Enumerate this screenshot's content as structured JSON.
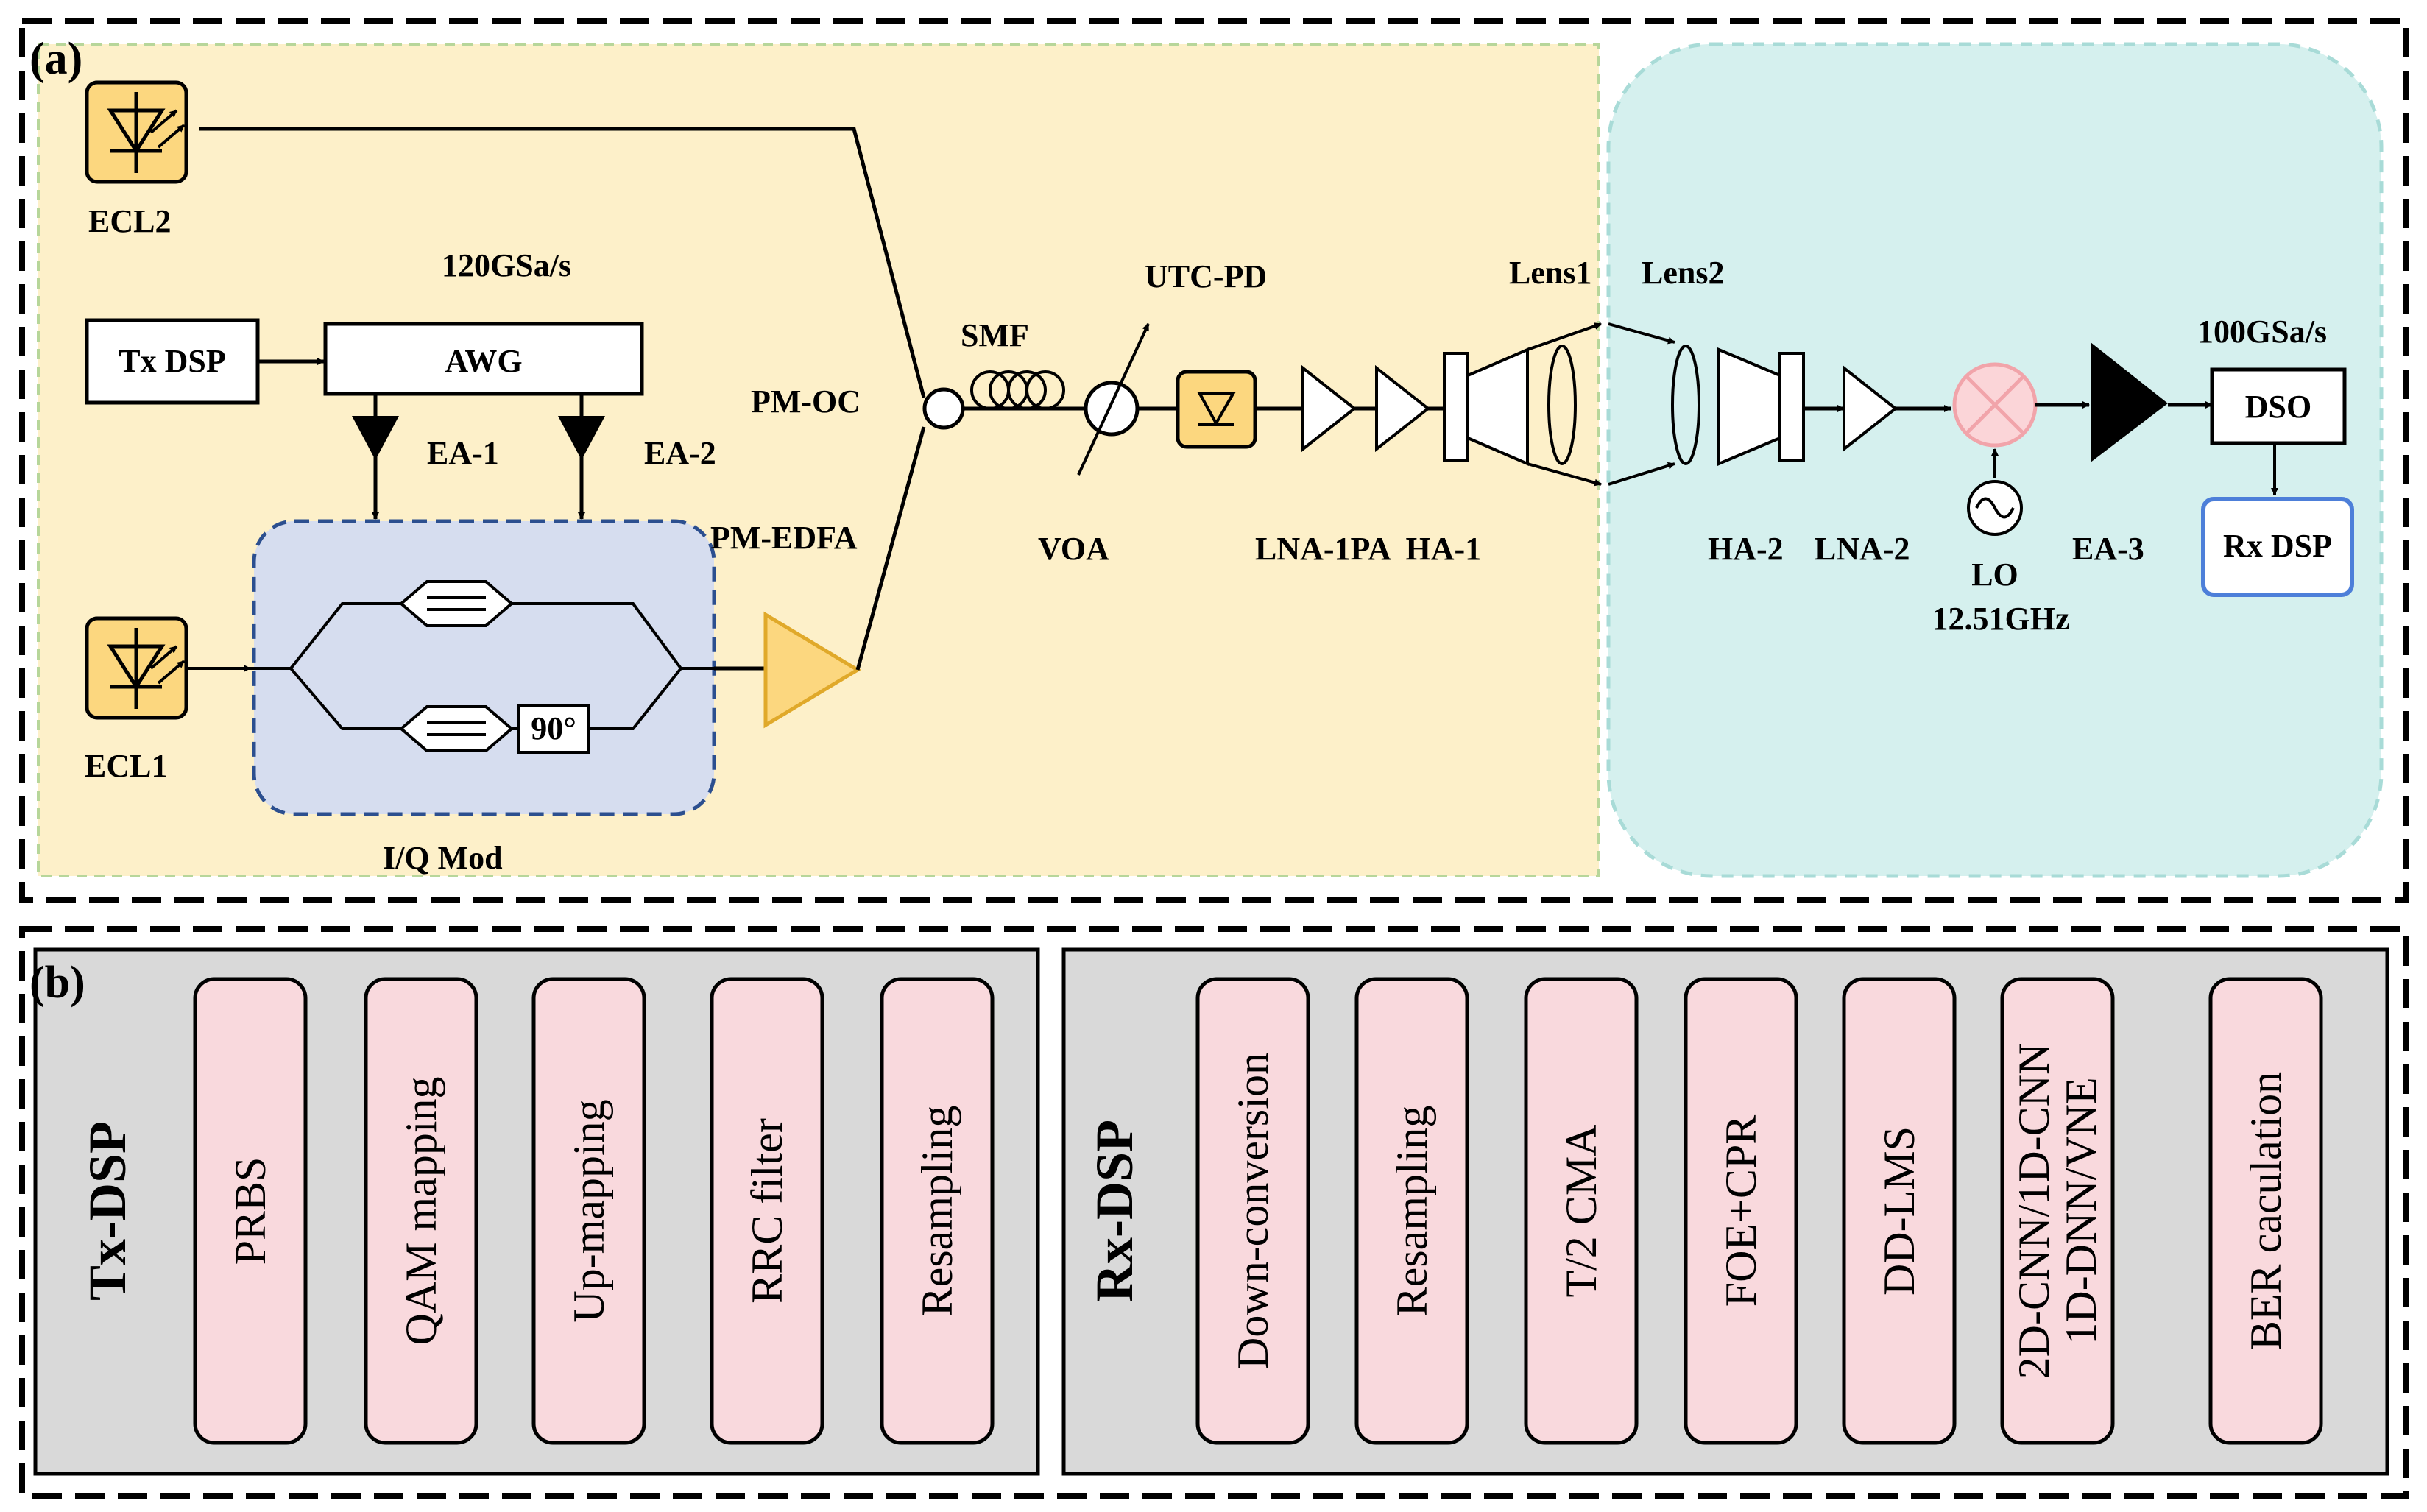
{
  "panel_a": {
    "label": "(a)",
    "ecl2": "ECL2",
    "ecl1": "ECL1",
    "awg_rate": "120GSa/s",
    "tx_dsp": "Tx DSP",
    "awg": "AWG",
    "ea1": "EA-1",
    "ea2": "EA-2",
    "pm_oc": "PM-OC",
    "pm_edfa": "PM-EDFA",
    "iq_mod": "I/Q Mod",
    "phase": "90°",
    "smf": "SMF",
    "utc_pd": "UTC-PD",
    "voa": "VOA",
    "lna1pa_ha1": "LNA-1PA  HA-1",
    "lens1": "Lens1",
    "lens2": "Lens2",
    "ha2": "HA-2",
    "lna2": "LNA-2",
    "lo": "LO",
    "lo_freq": "12.51GHz",
    "ea3": "EA-3",
    "dso_rate": "100GSa/s",
    "dso": "DSO",
    "rx_dsp": "Rx DSP"
  },
  "panel_b": {
    "label": "(b)",
    "tx_title": "Tx-DSP",
    "rx_title": "Rx-DSP",
    "tx_blocks": [
      "PRBS",
      "QAM mapping",
      "Up-mapping",
      "RRC filter",
      "Resampling"
    ],
    "rx_blocks": [
      "Down-conversion",
      "Resampling",
      "T/2 CMA",
      "FOE+CPR",
      "DD-LMS",
      [
        "2D-CNN/1D-CNN",
        "1D-DNN/VNE"
      ],
      "BER caculation"
    ]
  }
}
